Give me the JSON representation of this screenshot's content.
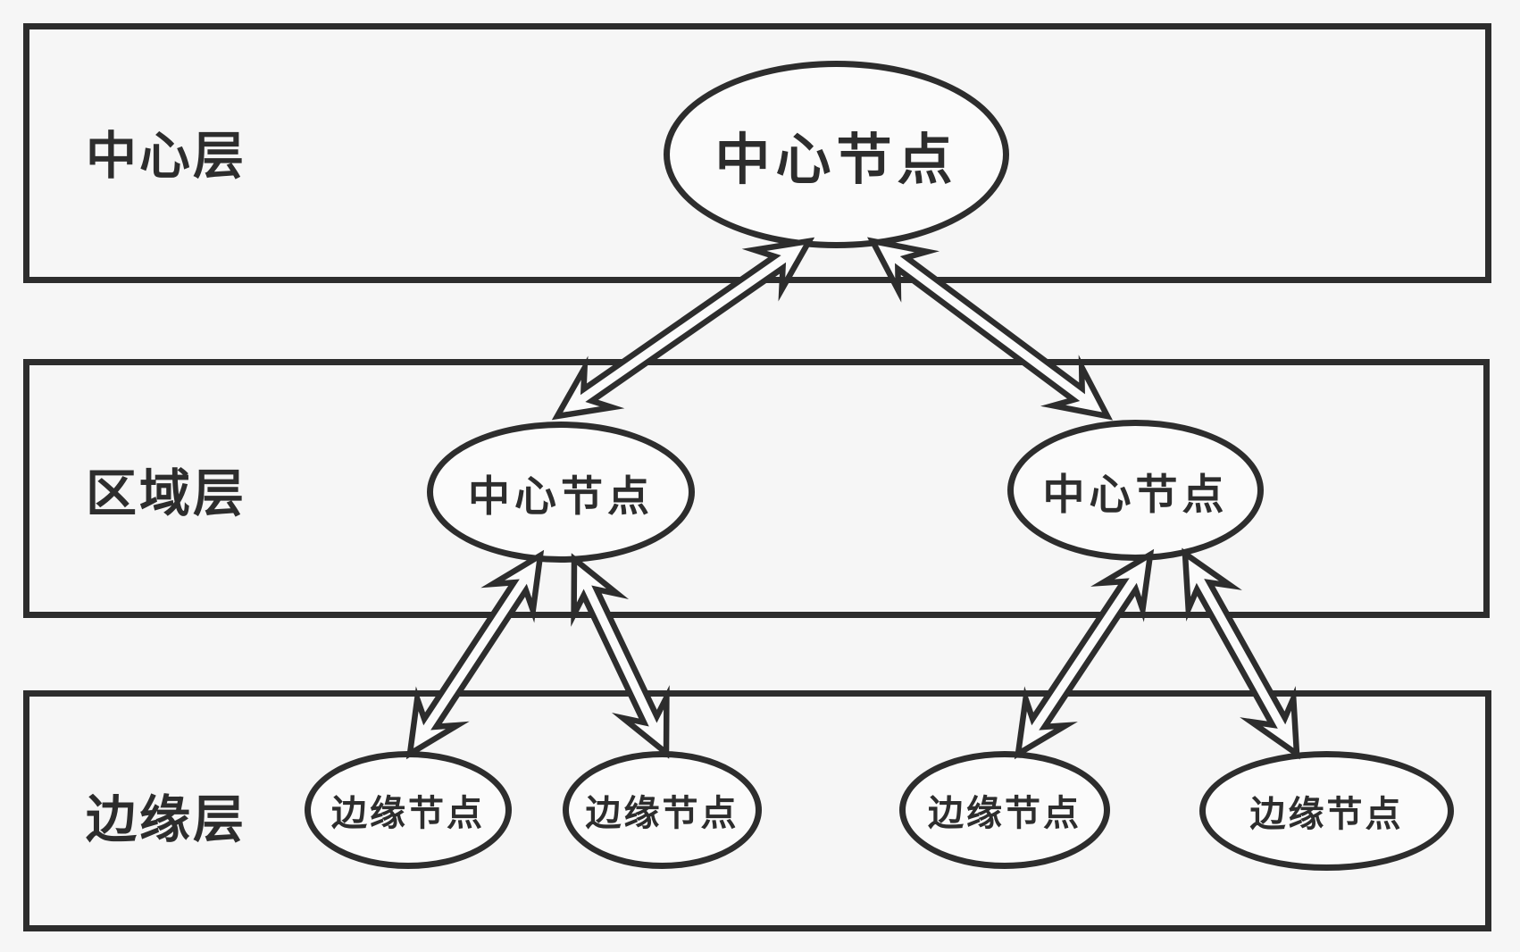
{
  "diagram": {
    "layers": [
      {
        "id": "core",
        "label": "中心层"
      },
      {
        "id": "region",
        "label": "区域层"
      },
      {
        "id": "edge",
        "label": "边缘层"
      }
    ],
    "nodes": {
      "central": {
        "label": "中心节点"
      },
      "region_left": {
        "label": "中心节点"
      },
      "region_right": {
        "label": "中心节点"
      },
      "edge_1": {
        "label": "边缘节点"
      },
      "edge_2": {
        "label": "边缘节点"
      },
      "edge_3": {
        "label": "边缘节点"
      },
      "edge_4": {
        "label": "边缘节点"
      }
    },
    "connections": [
      {
        "from": "central",
        "to": "region_left",
        "bidirectional": true
      },
      {
        "from": "central",
        "to": "region_right",
        "bidirectional": true
      },
      {
        "from": "region_left",
        "to": "edge_1",
        "bidirectional": true
      },
      {
        "from": "region_left",
        "to": "edge_2",
        "bidirectional": true
      },
      {
        "from": "region_right",
        "to": "edge_3",
        "bidirectional": true
      },
      {
        "from": "region_right",
        "to": "edge_4",
        "bidirectional": true
      }
    ],
    "colors": {
      "stroke": "#2d2d2d",
      "background": "#f6f6f6",
      "shape_fill": "#fbfbfb"
    }
  }
}
